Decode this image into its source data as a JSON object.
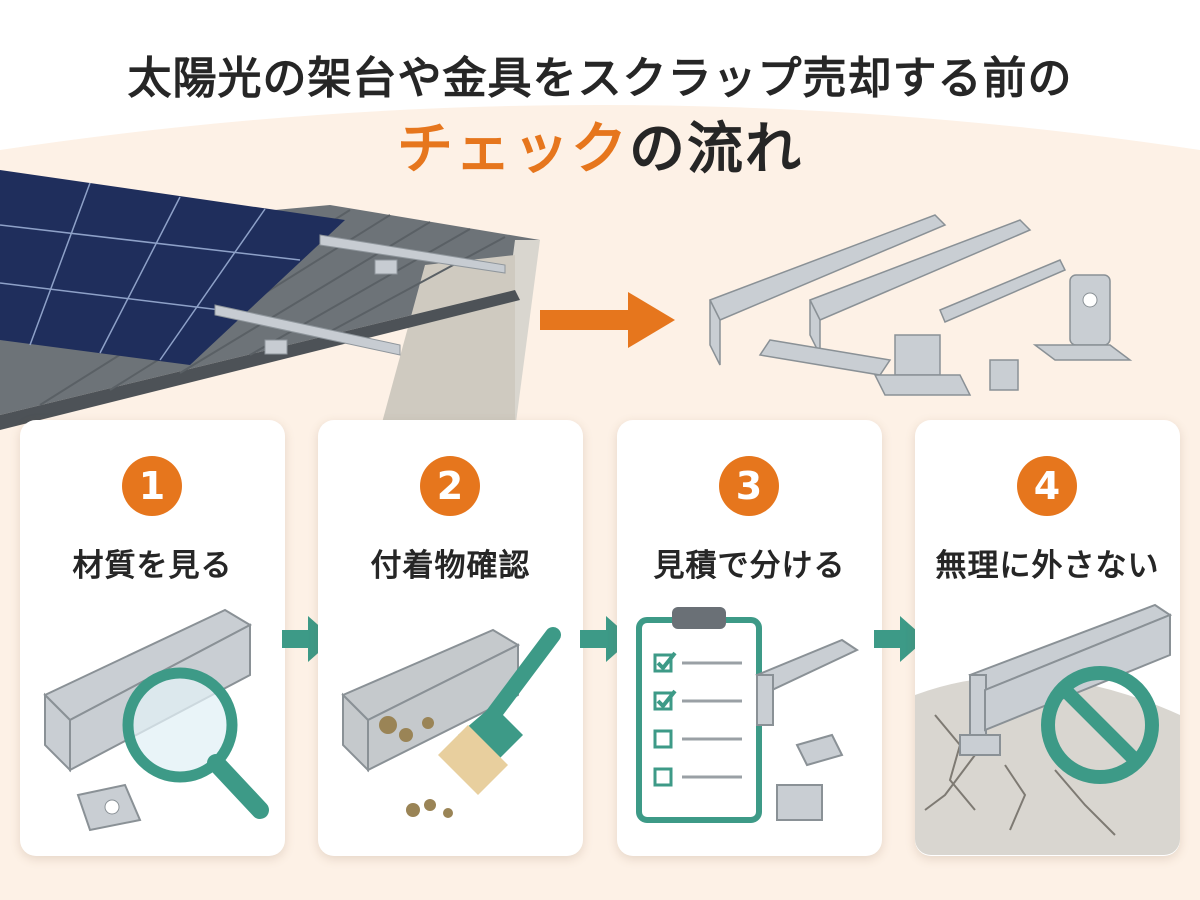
{
  "title": {
    "line1": "太陽光の架台や金具をスクラップ売却する前の",
    "accent": "チェック",
    "rest": "の流れ"
  },
  "steps": [
    {
      "number": "1",
      "label": "材質を見る"
    },
    {
      "number": "2",
      "label": "付着物確認"
    },
    {
      "number": "3",
      "label": "見積で分ける"
    },
    {
      "number": "4",
      "label": "無理に外さない"
    }
  ],
  "colors": {
    "accent": "#e6761d",
    "teal": "#3d9a87",
    "background": "#fdf1e6"
  },
  "icons": [
    "solar-roof-illustration",
    "rails-and-brackets-illustration",
    "magnifier-icon",
    "brush-icon",
    "clipboard-checklist-icon",
    "prohibited-icon"
  ]
}
